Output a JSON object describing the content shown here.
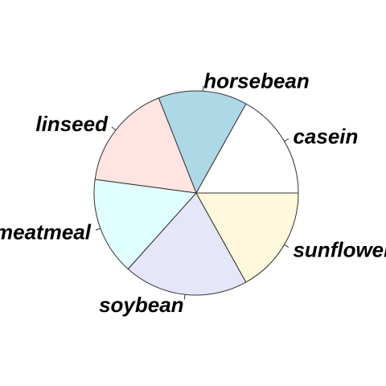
{
  "chart_data": {
    "type": "pie",
    "categories": [
      "casein",
      "horsebean",
      "linseed",
      "meatmeal",
      "soybean",
      "sunflower"
    ],
    "values": [
      12,
      10,
      12,
      11,
      14,
      12
    ],
    "colors": [
      "#FFFFFF",
      "#ADD8E6",
      "#FFE4E1",
      "#E0FFFF",
      "#E6E6FA",
      "#FFF8DC"
    ],
    "start_angle_deg": 0,
    "direction": "counterclockwise",
    "border_color": "#333333"
  }
}
